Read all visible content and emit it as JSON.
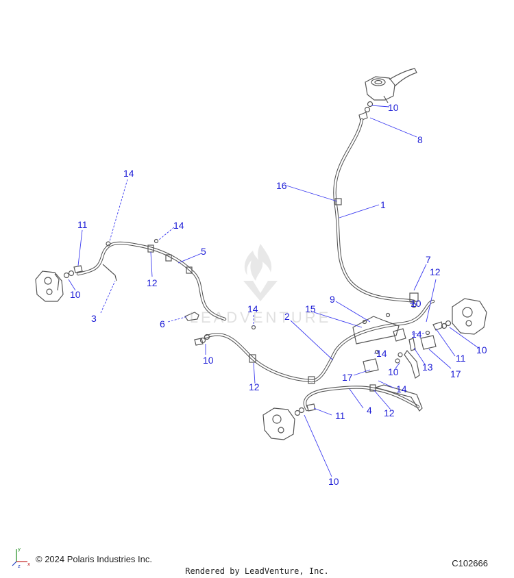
{
  "watermark": "LEADVENTURE",
  "footer": {
    "copyright": "© 2024 Polaris Industries Inc.",
    "diagram_code": "C102666",
    "rendered_by": "Rendered by LeadVenture, Inc."
  },
  "axis_labels": {
    "y": "y",
    "x": "x",
    "z": "z"
  },
  "callouts": [
    {
      "id": "c1",
      "text": "1"
    },
    {
      "id": "c2",
      "text": "2"
    },
    {
      "id": "c3",
      "text": "3"
    },
    {
      "id": "c4",
      "text": "4"
    },
    {
      "id": "c5",
      "text": "5"
    },
    {
      "id": "c6",
      "text": "6"
    },
    {
      "id": "c7",
      "text": "7"
    },
    {
      "id": "c8",
      "text": "8"
    },
    {
      "id": "c9",
      "text": "9"
    },
    {
      "id": "c10a",
      "text": "10"
    },
    {
      "id": "c10b",
      "text": "10"
    },
    {
      "id": "c10c",
      "text": "10"
    },
    {
      "id": "c10d",
      "text": "10"
    },
    {
      "id": "c10e",
      "text": "10"
    },
    {
      "id": "c10f",
      "text": "10"
    },
    {
      "id": "c10g",
      "text": "10"
    },
    {
      "id": "c11a",
      "text": "11"
    },
    {
      "id": "c11b",
      "text": "11"
    },
    {
      "id": "c11c",
      "text": "11"
    },
    {
      "id": "c12a",
      "text": "12"
    },
    {
      "id": "c12b",
      "text": "12"
    },
    {
      "id": "c12c",
      "text": "12"
    },
    {
      "id": "c12d",
      "text": "12"
    },
    {
      "id": "c13",
      "text": "13"
    },
    {
      "id": "c14a",
      "text": "14"
    },
    {
      "id": "c14b",
      "text": "14"
    },
    {
      "id": "c14c",
      "text": "14"
    },
    {
      "id": "c14d",
      "text": "14"
    },
    {
      "id": "c14e",
      "text": "14"
    },
    {
      "id": "c14f",
      "text": "14"
    },
    {
      "id": "c15",
      "text": "15"
    },
    {
      "id": "c16",
      "text": "16"
    },
    {
      "id": "c17a",
      "text": "17"
    },
    {
      "id": "c17b",
      "text": "17"
    }
  ]
}
